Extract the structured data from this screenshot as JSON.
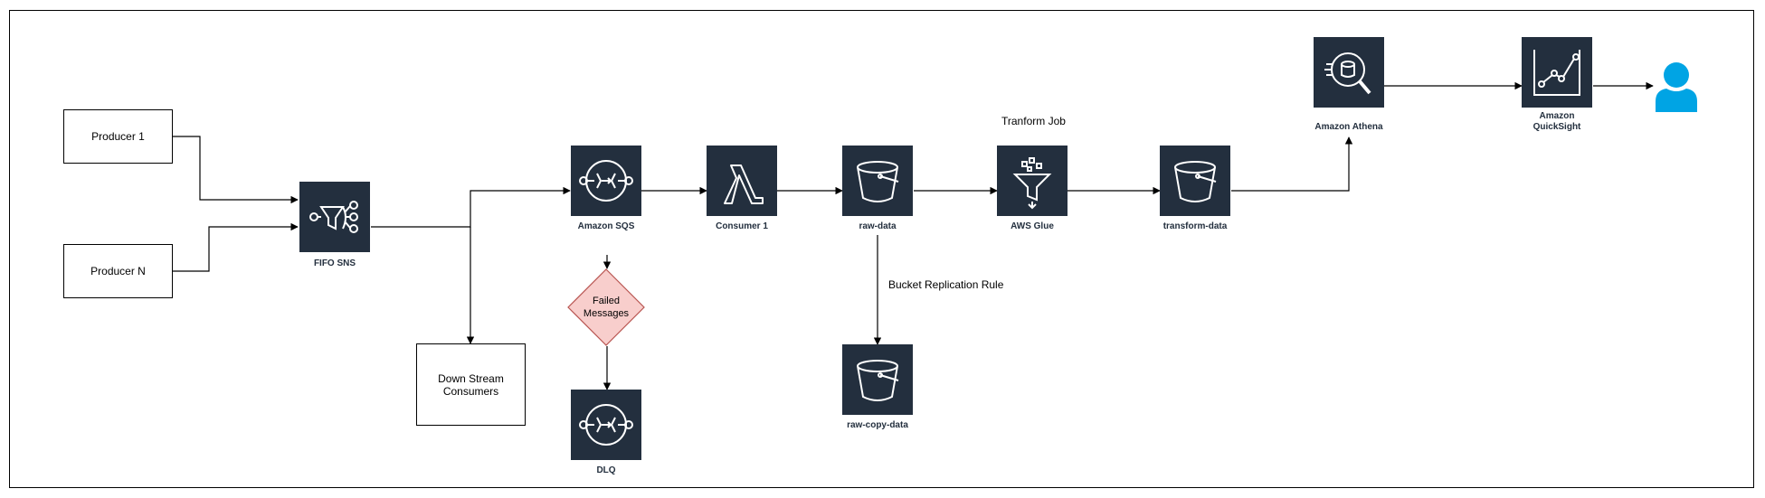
{
  "diagram": {
    "producer_1": "Producer 1",
    "producer_n": "Producer N",
    "fifo_sns": "FIFO SNS",
    "downstream_line1": "Down Stream",
    "downstream_line2": "Consumers",
    "sqs": "Amazon SQS",
    "failed_line1": "Failed",
    "failed_line2": "Messages",
    "dlq": "DLQ",
    "consumer_1": "Consumer 1",
    "raw_data": "raw-data",
    "replication_rule": "Bucket Replication Rule",
    "raw_copy_data": "raw-copy-data",
    "transform_job": "Tranform Job",
    "glue": "AWS Glue",
    "transform_data": "transform-data",
    "athena": "Amazon Athena",
    "quicksight_line1": "Amazon",
    "quicksight_line2": "QuickSight"
  },
  "colors": {
    "aws_icon_bg": "#232f3e",
    "failed_fill": "#f8cecc",
    "failed_stroke": "#b85450",
    "user": "#00a4e4"
  },
  "icons": {
    "sns": "sns-icon",
    "sqs": "sqs-icon",
    "lambda": "lambda-icon",
    "s3": "s3-bucket-icon",
    "glue": "glue-icon",
    "athena": "athena-icon",
    "quicksight": "quicksight-icon",
    "user": "user-icon"
  }
}
